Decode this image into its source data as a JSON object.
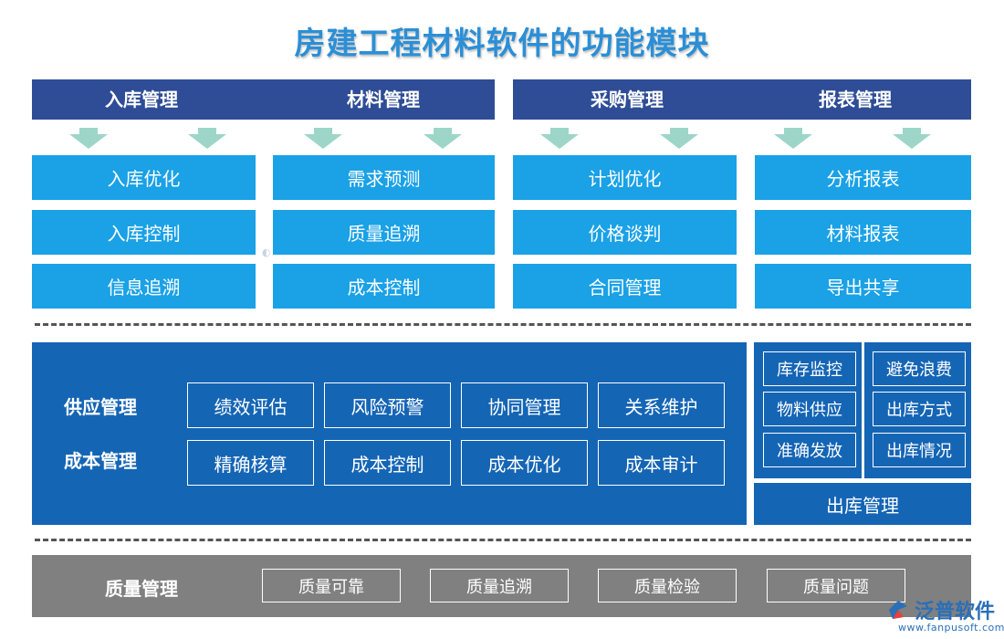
{
  "title": "房建工程材料软件的功能模块",
  "headers": [
    "入库管理",
    "材料管理",
    "采购管理",
    "报表管理"
  ],
  "columns": [
    [
      "入库优化",
      "入库控制",
      "信息追溯"
    ],
    [
      "需求预测",
      "质量追溯",
      "成本控制"
    ],
    [
      "计划优化",
      "价格谈判",
      "合同管理"
    ],
    [
      "分析报表",
      "材料报表",
      "导出共享"
    ]
  ],
  "supply": {
    "label": "供应管理",
    "items": [
      "绩效评估",
      "风险预警",
      "协同管理",
      "关系维护"
    ]
  },
  "cost": {
    "label": "成本管理",
    "items": [
      "精确核算",
      "成本控制",
      "成本优化",
      "成本审计"
    ]
  },
  "outbound": {
    "left": [
      "库存监控",
      "物料供应",
      "准确发放"
    ],
    "right": [
      "避免浪费",
      "出库方式",
      "出库情况"
    ],
    "label": "出库管理"
  },
  "quality": {
    "label": "质量管理",
    "items": [
      "质量可靠",
      "质量追溯",
      "质量检验",
      "质量问题"
    ]
  },
  "logo": {
    "name": "泛普软件",
    "url": "www.fanpusoft.com",
    "icon": "fanpu-logo-icon"
  },
  "colors": {
    "header": "#2e4d96",
    "cell": "#1aa1e6",
    "panel": "#1565b5",
    "bottom": "#808080",
    "arrow": "#9dd6c9",
    "title": "#2b8fd6"
  }
}
